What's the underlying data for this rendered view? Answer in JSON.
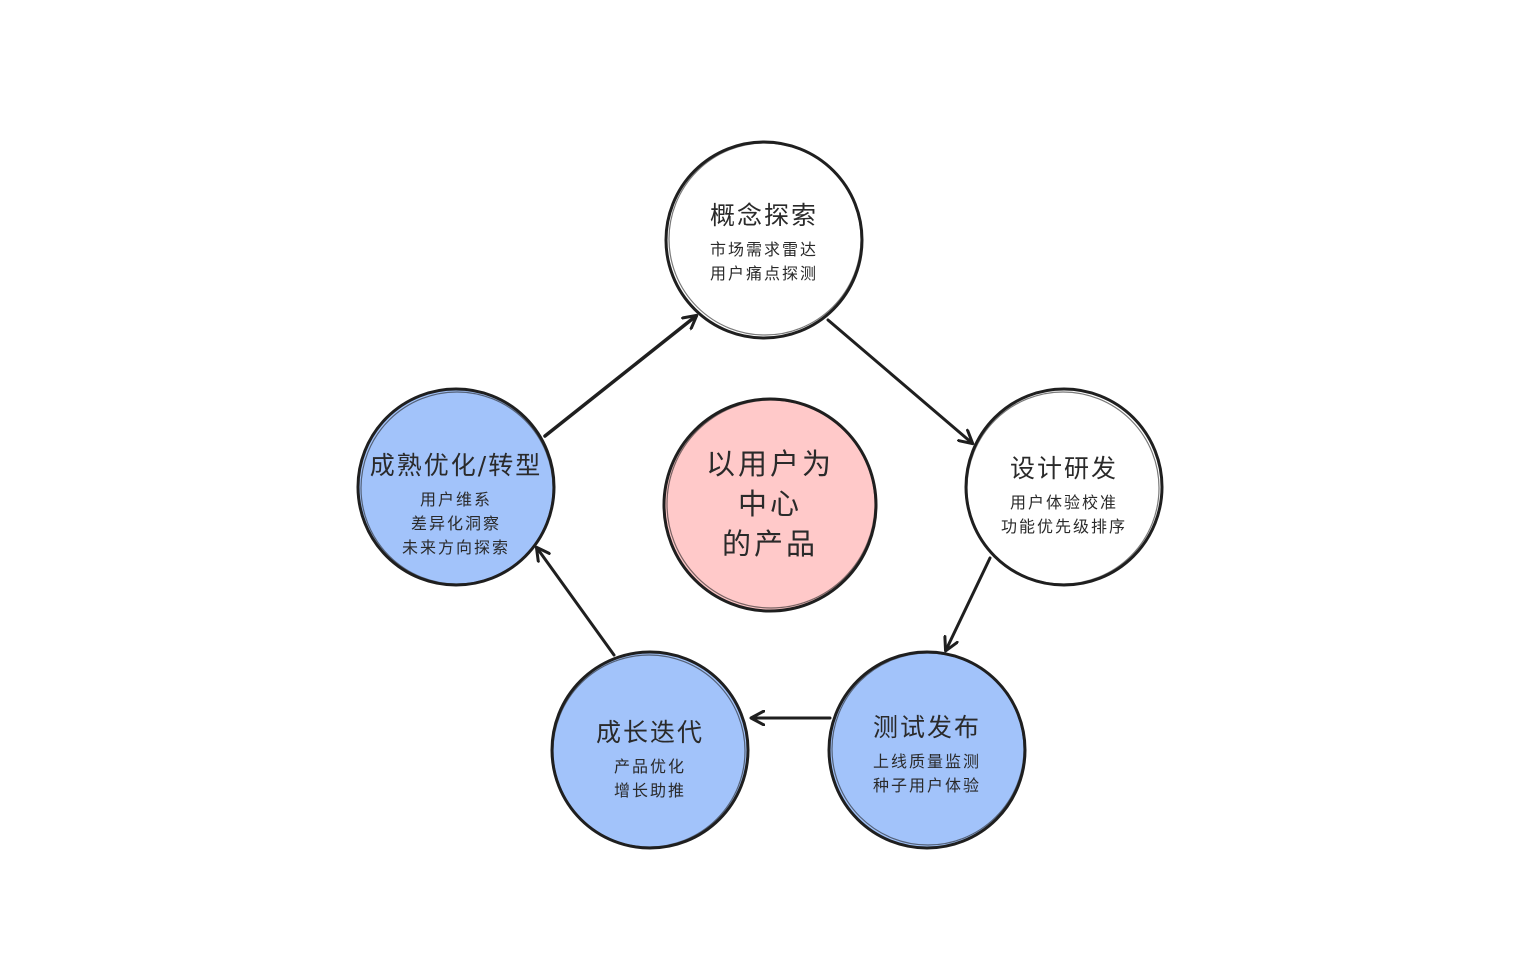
{
  "colors": {
    "stroke": "#1f1f1f",
    "white_fill": "#ffffff",
    "blue_fill": "#a2c3fa",
    "pink_fill": "#ffc9c9",
    "text": "#2a2a2a"
  },
  "center": {
    "lines": [
      "以用户为",
      "中心",
      "的产品"
    ]
  },
  "nodes": [
    {
      "id": "concept",
      "title": "概念探索",
      "lines": [
        "市场需求雷达",
        "用户痛点探测"
      ],
      "fill": "white"
    },
    {
      "id": "design",
      "title": "设计研发",
      "lines": [
        "用户体验校准",
        "功能优先级排序"
      ],
      "fill": "white"
    },
    {
      "id": "test",
      "title": "测试发布",
      "lines": [
        "上线质量监测",
        "种子用户体验"
      ],
      "fill": "blue"
    },
    {
      "id": "growth",
      "title": "成长迭代",
      "lines": [
        "产品优化",
        "增长助推"
      ],
      "fill": "blue"
    },
    {
      "id": "mature",
      "title": "成熟优化/转型",
      "lines": [
        "用户维系",
        "差异化洞察",
        "未来方向探索"
      ],
      "fill": "blue"
    }
  ]
}
